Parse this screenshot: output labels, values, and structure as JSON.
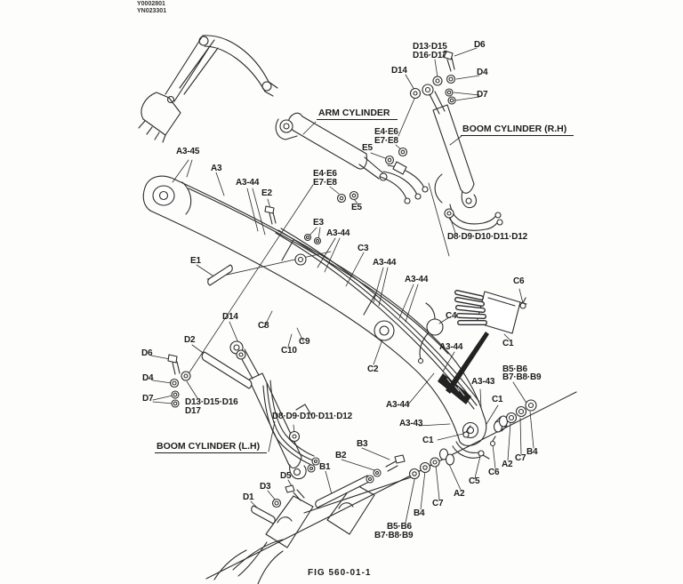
{
  "page": {
    "doc_number_1": "Y0002801",
    "doc_number_2": "YN023301",
    "figure_number": "FIG 560-01-1",
    "ink_color": "#2b2b2b",
    "bg_color": "#fdfdfc"
  },
  "titles": {
    "arm_cylinder": "ARM CYLINDER",
    "boom_cylinder_rh": "BOOM CYLINDER (R.H)",
    "boom_cylinder_lh": "BOOM CYLINDER (L.H)"
  },
  "callouts": [
    {
      "text": "A3-45"
    },
    {
      "text": "A3"
    },
    {
      "text": "A3-44"
    },
    {
      "text": "E2"
    },
    {
      "text": "E3"
    },
    {
      "text": "A3-44"
    },
    {
      "text": "C3"
    },
    {
      "text": "A3-44"
    },
    {
      "text": "A3-44"
    },
    {
      "text": "C4"
    },
    {
      "text": "E1"
    },
    {
      "text": "D14"
    },
    {
      "text": "C8"
    },
    {
      "text": "C10"
    },
    {
      "text": "C9"
    },
    {
      "text": "D2"
    },
    {
      "text": "D6"
    },
    {
      "text": "D4"
    },
    {
      "text": "D7"
    },
    {
      "text": "D13·D15·D16"
    },
    {
      "text": "D17"
    },
    {
      "text": "D8·D9·D10·D11·D12"
    },
    {
      "text": "B3"
    },
    {
      "text": "B2"
    },
    {
      "text": "B1"
    },
    {
      "text": "D5"
    },
    {
      "text": "D3"
    },
    {
      "text": "D1"
    },
    {
      "text": "D13·D15"
    },
    {
      "text": "D16·D17"
    },
    {
      "text": "D6"
    },
    {
      "text": "D14"
    },
    {
      "text": "D4"
    },
    {
      "text": "D7"
    },
    {
      "text": "E4·E6"
    },
    {
      "text": "E7·E8"
    },
    {
      "text": "E5"
    },
    {
      "text": "E4·E6"
    },
    {
      "text": "E7·E8"
    },
    {
      "text": "E5"
    },
    {
      "text": "D8·D9·D10·D11·D12"
    },
    {
      "text": "C6"
    },
    {
      "text": "C1"
    },
    {
      "text": "B5·B6"
    },
    {
      "text": "B7·B8·B9"
    },
    {
      "text": "A3-43"
    },
    {
      "text": "C1"
    },
    {
      "text": "A3-44"
    },
    {
      "text": "A3-44"
    },
    {
      "text": "A3-43"
    },
    {
      "text": "C1"
    },
    {
      "text": "B4"
    },
    {
      "text": "C7"
    },
    {
      "text": "A2"
    },
    {
      "text": "C6"
    },
    {
      "text": "C5"
    },
    {
      "text": "A2"
    },
    {
      "text": "C7"
    },
    {
      "text": "B4"
    },
    {
      "text": "B5·B6"
    },
    {
      "text": "B7·B8·B9"
    },
    {
      "text": "C2"
    }
  ]
}
